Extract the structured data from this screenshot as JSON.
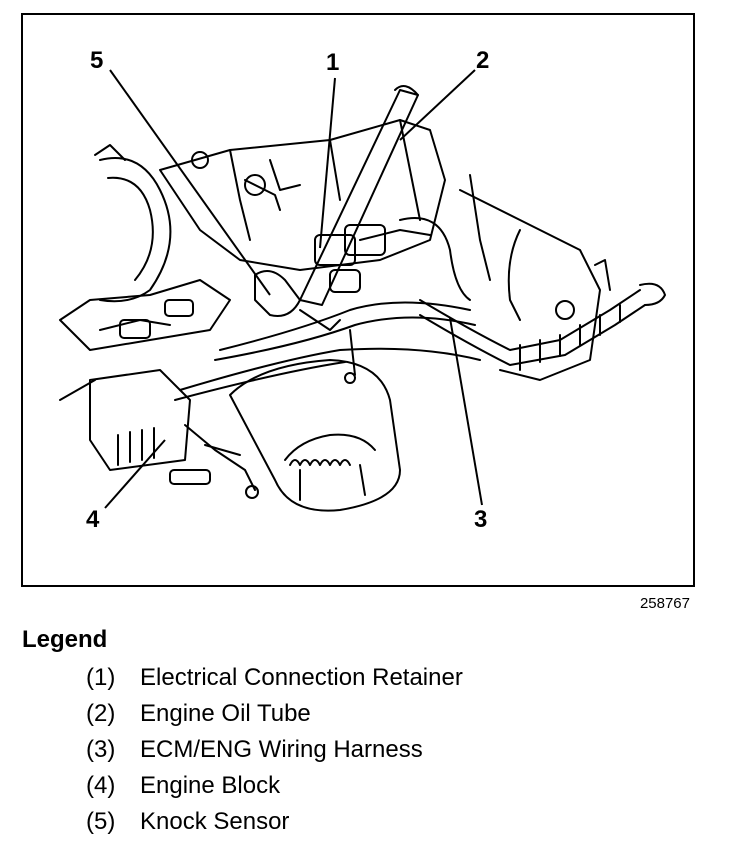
{
  "figure": {
    "callouts": [
      "1",
      "2",
      "3",
      "4",
      "5"
    ],
    "figure_id": "258767"
  },
  "legend": {
    "title": "Legend",
    "items": [
      {
        "num": "(1)",
        "label": "Electrical Connection Retainer"
      },
      {
        "num": "(2)",
        "label": "Engine Oil Tube"
      },
      {
        "num": "(3)",
        "label": "ECM/ENG Wiring Harness"
      },
      {
        "num": "(4)",
        "label": "Engine Block"
      },
      {
        "num": "(5)",
        "label": "Knock Sensor"
      }
    ]
  }
}
